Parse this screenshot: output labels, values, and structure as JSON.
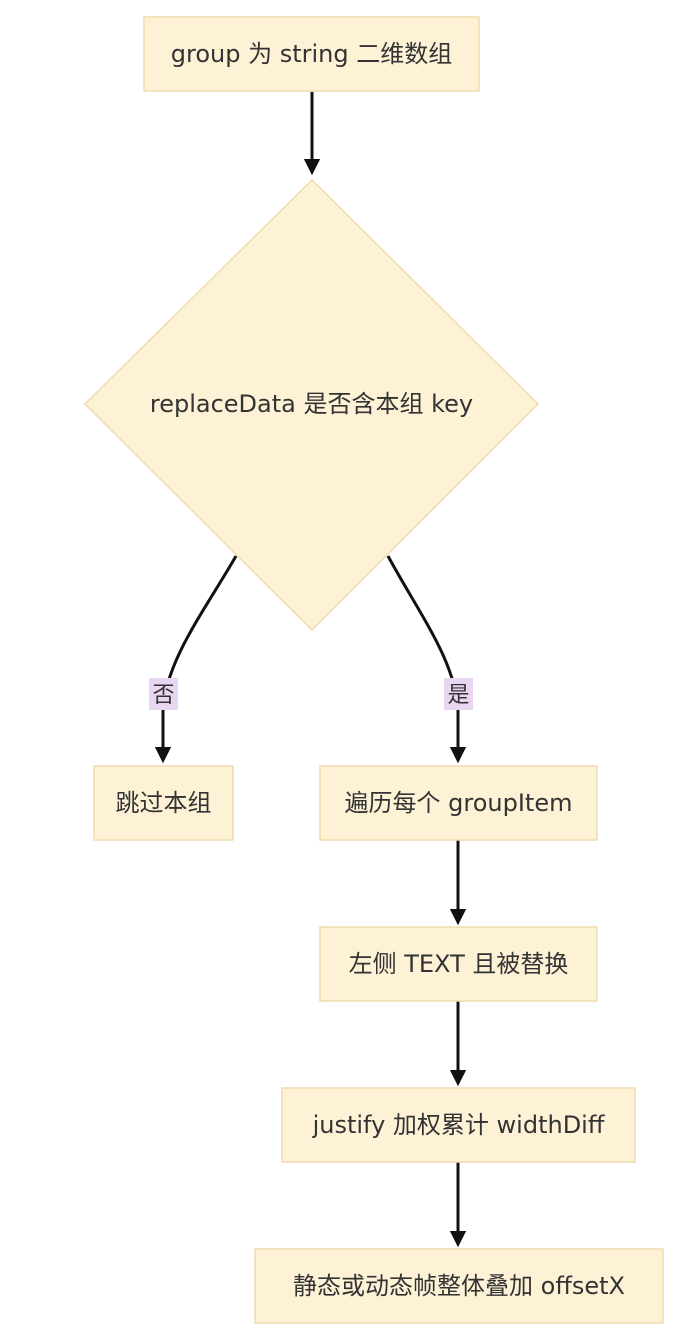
{
  "nodes": {
    "start": "group 为 string 二维数组",
    "decision": "replaceData 是否含本组 key",
    "skip": "跳过本组",
    "iterate": "遍历每个 groupItem",
    "left_text": "左侧 TEXT 且被替换",
    "justify": "justify 加权累计 widthDiff",
    "offset": "静态或动态帧整体叠加 offsetX"
  },
  "edges": {
    "no_label": "否",
    "yes_label": "是"
  },
  "colors": {
    "node_fill": "#fef2d6",
    "node_stroke": "#efdcae",
    "edge": "#111111",
    "edge_label_bg": "#e8d6f2",
    "text": "#333333"
  }
}
